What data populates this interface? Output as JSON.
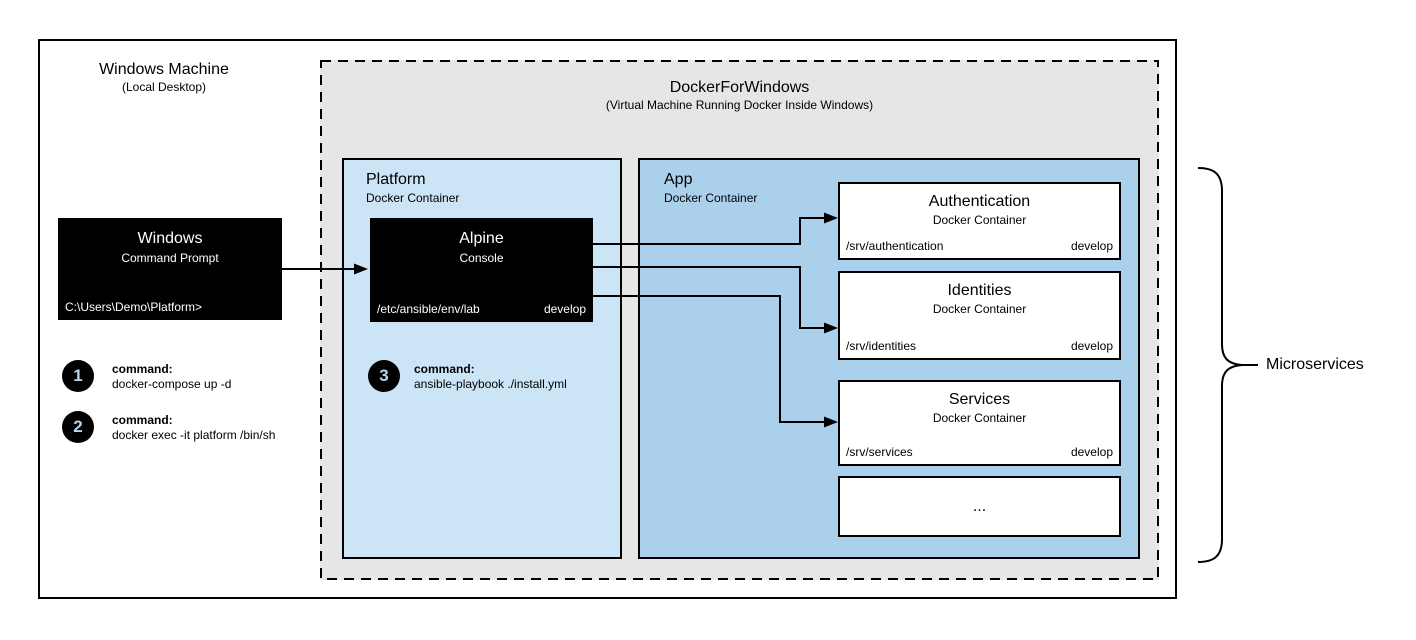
{
  "machine": {
    "title": "Windows Machine",
    "subtitle": "(Local Desktop)"
  },
  "vm": {
    "title": "DockerForWindows",
    "subtitle": "(Virtual Machine Running Docker Inside Windows)"
  },
  "prompt_box": {
    "title": "Windows",
    "subtitle": "Command Prompt",
    "prompt": "C:\\Users\\Demo\\Platform>"
  },
  "platform": {
    "title": "Platform",
    "subtitle": "Docker Container"
  },
  "alpine": {
    "title": "Alpine",
    "subtitle": "Console",
    "path": "/etc/ansible/env/lab",
    "branch": "develop"
  },
  "app": {
    "title": "App",
    "subtitle": "Docker Container"
  },
  "services": [
    {
      "title": "Authentication",
      "subtitle": "Docker Container",
      "path": "/srv/authentication",
      "branch": "develop"
    },
    {
      "title": "Identities",
      "subtitle": "Docker Container",
      "path": "/srv/identities",
      "branch": "develop"
    },
    {
      "title": "Services",
      "subtitle": "Docker Container",
      "path": "/srv/services",
      "branch": "develop"
    },
    {
      "title": "..."
    }
  ],
  "steps": [
    {
      "num": "1",
      "label": "command:",
      "text": "docker-compose up -d"
    },
    {
      "num": "2",
      "label": "command:",
      "text": "docker exec -it platform /bin/sh"
    },
    {
      "num": "3",
      "label": "command:",
      "text": "ansible-playbook ./install.yml"
    }
  ],
  "brace": {
    "label": "Microservices"
  },
  "colors": {
    "dashed_gray": "#e6e6e6",
    "platform_blue": "#cbe4f6",
    "app_blue": "#abd0ec",
    "console_black": "#000000",
    "number_blue": "#b5d7ee",
    "line_black": "#000000"
  }
}
